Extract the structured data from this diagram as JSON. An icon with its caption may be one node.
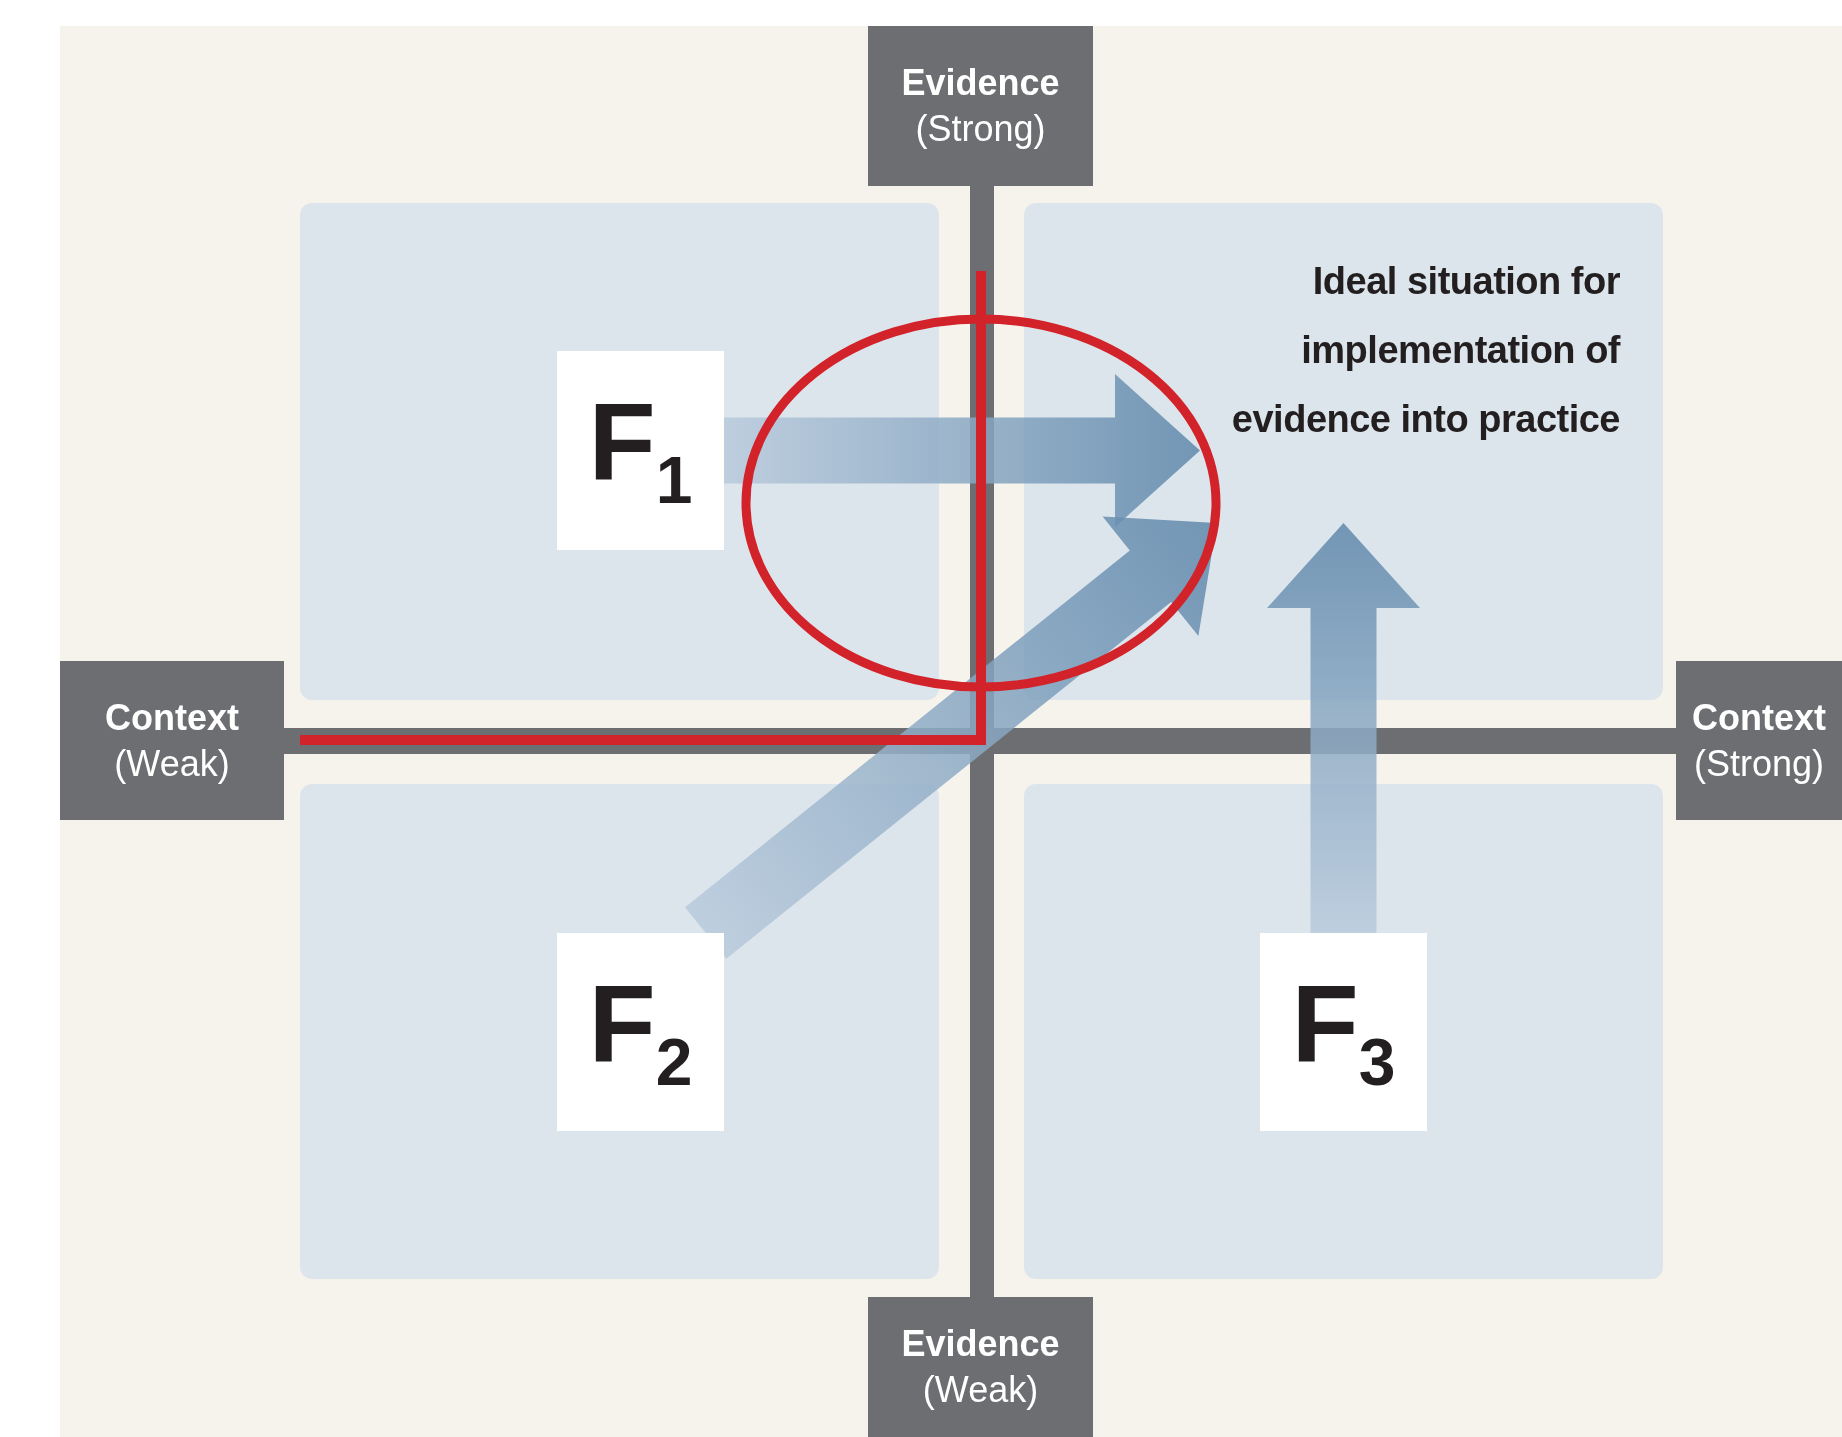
{
  "diagram": {
    "nodes": [
      {
        "text": [
          "Evidence",
          "(Strong)"
        ]
      },
      {
        "text": [],
        "shape": "box"
      },
      {
        "text": [],
        "shape": "box"
      },
      {
        "text": [
          "F$_{1}$"
        ],
        "in": 1
      },
      {
        "text": [
          "Ideal situation for implementation of evidence into practice"
        ],
        "in": 2
      },
      {
        "text": [
          "Context",
          "(Weak)"
        ]
      },
      {
        "text": [
          "Context",
          "(Strong)"
        ]
      },
      {
        "text": [],
        "shape": "box"
      },
      {
        "text": [],
        "shape": "box"
      },
      {
        "text": [
          "F$_{2}$"
        ],
        "in": 7
      },
      {
        "text": [
          "F$_{3}$"
        ],
        "in": 8
      },
      {
        "text": [
          "Evidence",
          "(Weak)"
        ]
      }
    ],
    "edges": [
      {
        "from": 3,
        "to": 4,
        "arrow": "to",
        "style": "thick"
      },
      {
        "from": 9,
        "to": 4,
        "arrow": "to",
        "style": "thick"
      },
      {
        "from": 10,
        "to": 4,
        "arrow": "to",
        "style": "thick"
      }
    ]
  }
}
